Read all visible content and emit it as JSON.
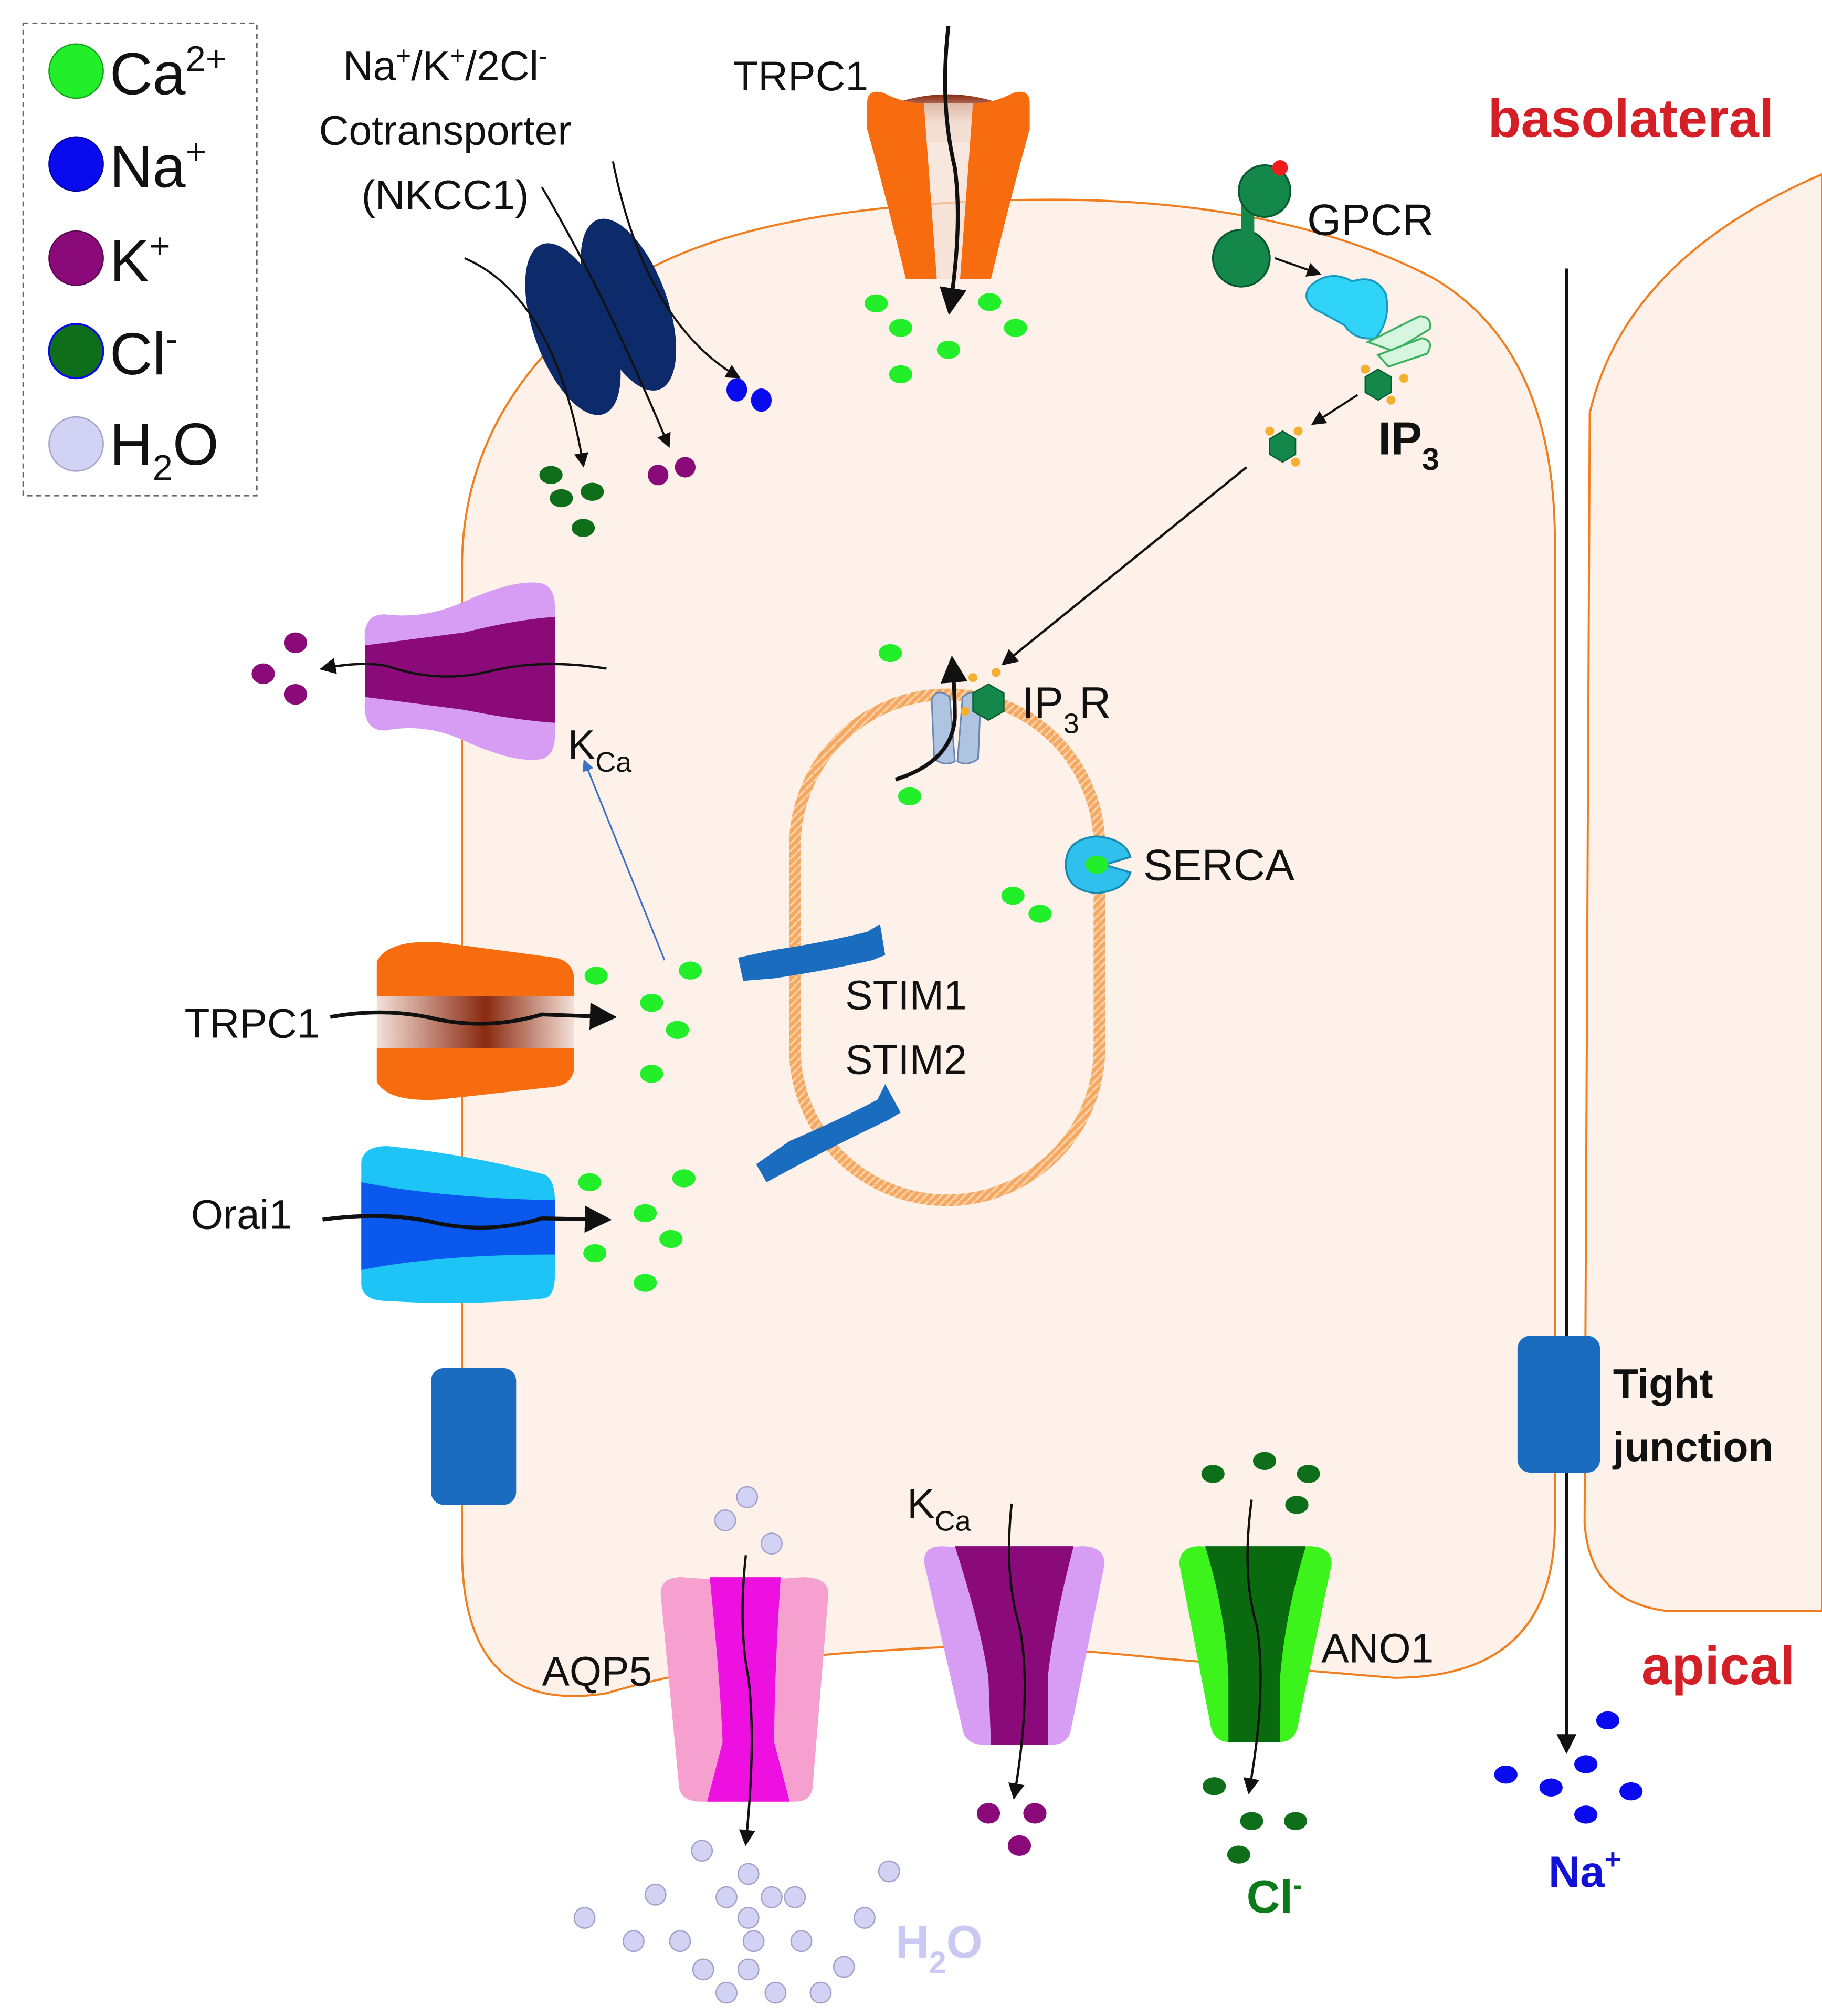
{
  "legend": {
    "items": [
      {
        "label": "Ca",
        "sup": "2+",
        "sub": "",
        "post": "",
        "color": "#22ee2a"
      },
      {
        "label": "Na",
        "sup": "+",
        "sub": "",
        "post": "",
        "color": "#0a0aee"
      },
      {
        "label": "K",
        "sup": "+",
        "sub": "",
        "post": "",
        "color": "#8a0a7a"
      },
      {
        "label": "Cl",
        "sup": "-",
        "sub": "",
        "post": "",
        "color": "#0e6e1a"
      },
      {
        "label": "H",
        "sup": "",
        "sub": "2",
        "post": "O",
        "color": "#d2d2f4"
      }
    ]
  },
  "regions": {
    "basolateral": "basolateral",
    "apical": "apical"
  },
  "labels": {
    "nkcc1_line1": "Na",
    "nkcc1_sup1": "+",
    "nkcc1_mid1": "/K",
    "nkcc1_sup2": "+",
    "nkcc1_mid2": "/2Cl",
    "nkcc1_sup3": "-",
    "nkcc1_line2": "Cotransporter",
    "nkcc1_line3": "(NKCC1)",
    "trpc1_top": "TRPC1",
    "gpcr": "GPCR",
    "ip3_main": "IP",
    "ip3_sub": "3",
    "ip3r_main": "IP",
    "ip3r_sub": "3",
    "ip3r_post": "R",
    "serca": "SERCA",
    "kca_upper_main": "K",
    "kca_upper_sub": "Ca",
    "trpc1_left": "TRPC1",
    "orai1": "Orai1",
    "stim1": "STIM1",
    "stim2": "STIM2",
    "tight_line1": "Tight",
    "tight_line2": "junction",
    "aqp5": "AQP5",
    "kca_lower_main": "K",
    "kca_lower_sub": "Ca",
    "ano1": "ANO1",
    "cl_out_main": "Cl",
    "cl_out_sup": "-",
    "na_out_main": "Na",
    "na_out_sup": "+",
    "h2o_out_main": "H",
    "h2o_out_sub": "2",
    "h2o_out_post": "O"
  },
  "colors": {
    "cytoplasm": "#fdf1ea",
    "membrane": "#f07d1e",
    "calcium": "#22ee2a",
    "sodium": "#0a0aee",
    "potassium": "#8a0a7a",
    "chloride": "#0e6e1a",
    "water": "#d2d2f4",
    "trpc1": "#f86c10",
    "orai1_light": "#1ec4f6",
    "orai1_dark": "#0a58ee",
    "kca_light": "#d79cf3",
    "kca_dark": "#8a0a7a",
    "aqp5_light": "#f6a0d0",
    "aqp5_dark": "#ee10e0",
    "ano1_light": "#3cf41c",
    "ano1_dark": "#0a6a10",
    "nkcc1": "#0d2a6a",
    "stim": "#1a6cbf",
    "tight_junction": "#1a6cbf",
    "gpcr": "#14884a",
    "region_label": "#d41f26"
  }
}
